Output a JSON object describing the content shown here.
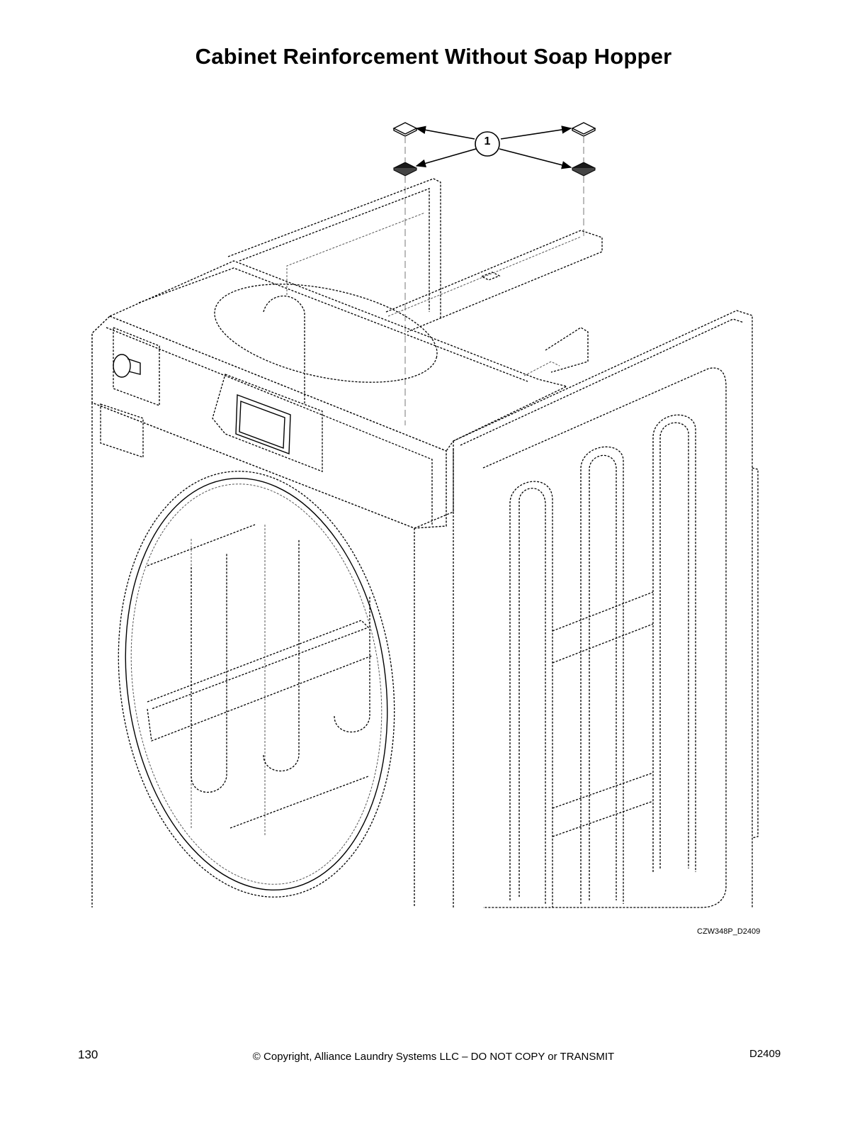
{
  "page": {
    "title": "Cabinet Reinforcement Without Soap Hopper",
    "figure_id": "CZW348P_D2409",
    "callout": "1",
    "footer": {
      "page_number": "130",
      "copyright": "© Copyright, Alliance Laundry Systems LLC – DO NOT COPY or TRANSMIT",
      "doc_code": "D2409"
    }
  }
}
